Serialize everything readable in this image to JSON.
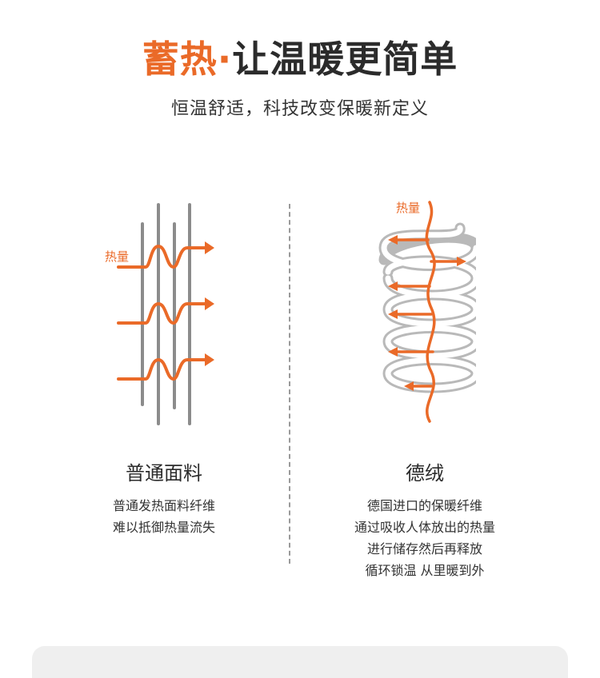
{
  "header": {
    "title_accent": "蓄热",
    "title_separator": "·",
    "title_main": "让温暖更简单",
    "subtitle": "恒温舒适，科技改变保暖新定义"
  },
  "left": {
    "heat_label": "热量",
    "title": "普通面料",
    "description": [
      "普通发热面料纤维",
      "难以抵御热量流失"
    ]
  },
  "right": {
    "heat_label": "热量",
    "title": "德绒",
    "description": [
      "德国进口的保暖纤维",
      "通过吸收人体放出的热量",
      "进行储存然后再释放",
      "循环锁温 从里暖到外"
    ]
  },
  "colors": {
    "accent": "#ea6a28",
    "fiber_gray": "#8c8c8c",
    "coil_gray": "#b9b9b9",
    "text_dark": "#2b2b2b"
  },
  "icons": [
    "heat-flow-arrow-icon",
    "fiber-strand-icon",
    "spiral-coil-icon"
  ]
}
